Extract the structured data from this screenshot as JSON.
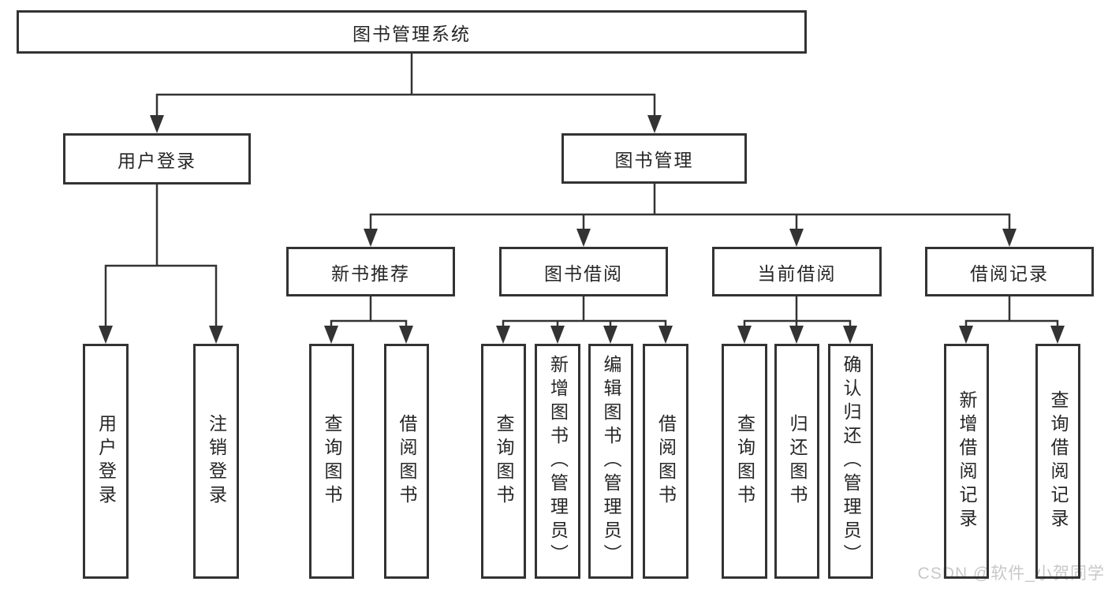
{
  "diagram": {
    "root": {
      "label": "图书管理系统"
    },
    "branches": [
      {
        "label": "用户登录",
        "children": [
          {
            "label": "用户登录"
          },
          {
            "label": "注销登录"
          }
        ]
      },
      {
        "label": "图书管理",
        "children": [
          {
            "label": "新书推荐",
            "children": [
              {
                "label": "查询图书"
              },
              {
                "label": "借阅图书"
              }
            ]
          },
          {
            "label": "图书借阅",
            "children": [
              {
                "label": "查询图书"
              },
              {
                "label": "新增图书（管理员）"
              },
              {
                "label": "编辑图书（管理员）"
              },
              {
                "label": "借阅图书"
              }
            ]
          },
          {
            "label": "当前借阅",
            "children": [
              {
                "label": "查询图书"
              },
              {
                "label": "归还图书"
              },
              {
                "label": "确认归还（管理员）"
              }
            ]
          },
          {
            "label": "借阅记录",
            "children": [
              {
                "label": "新增借阅记录"
              },
              {
                "label": "查询借阅记录"
              }
            ]
          }
        ]
      }
    ],
    "watermark": "CSDN @软件_小贺同学",
    "colors": {
      "line": "#333333",
      "box_border": "#333333",
      "box_fill": "#ffffff",
      "text": "#262626",
      "watermark": "#c8c8c8",
      "background": "#ffffff"
    }
  }
}
